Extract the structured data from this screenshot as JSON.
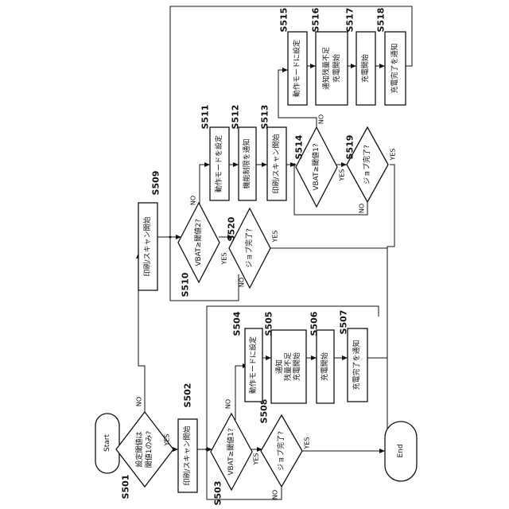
{
  "steps": {
    "start": "Start",
    "end": "End",
    "s501": {
      "id": "S501",
      "lines": [
        "設定閾値は",
        "閾値1のみ?"
      ]
    },
    "s502": {
      "id": "S502",
      "lines": [
        "印刷/スキャン開始"
      ]
    },
    "s503": {
      "id": "S503",
      "lines": [
        "VBAT≥閾値1?"
      ]
    },
    "s504": {
      "id": "S504",
      "lines": [
        "動作モードに設定"
      ]
    },
    "s505": {
      "id": "S505",
      "lines": [
        "通知",
        "残量不足",
        "充電開始"
      ]
    },
    "s506": {
      "id": "S506",
      "lines": [
        "充電開始"
      ]
    },
    "s507": {
      "id": "S507",
      "lines": [
        "充電完了を通知"
      ]
    },
    "s508": {
      "id": "S508",
      "lines": [
        "ジョブ完了?"
      ]
    },
    "s509": {
      "id": "S509",
      "lines": [
        "印刷/スキャン開始"
      ]
    },
    "s510": {
      "id": "S510",
      "lines": [
        "VBAT≥閾値2?"
      ]
    },
    "s511": {
      "id": "S511",
      "lines": [
        "動作モードを設定"
      ]
    },
    "s512": {
      "id": "S512",
      "lines": [
        "機能制限を通知"
      ]
    },
    "s513": {
      "id": "S513",
      "lines": [
        "印刷/スキャン開始"
      ]
    },
    "s514": {
      "id": "S514",
      "lines": [
        "VBAT≥閾値1?"
      ]
    },
    "s515": {
      "id": "S515",
      "lines": [
        "動作モードに設定"
      ]
    },
    "s516": {
      "id": "S516",
      "lines": [
        "通知残量不足",
        "充電開始"
      ]
    },
    "s517": {
      "id": "S517",
      "lines": [
        "充電開始"
      ]
    },
    "s518": {
      "id": "S518",
      "lines": [
        "充電完了を通知"
      ]
    },
    "s519": {
      "id": "S519",
      "lines": [
        "ジョブ完了?"
      ]
    },
    "s520": {
      "id": "S520",
      "lines": [
        "ジョブ完了?"
      ]
    }
  },
  "branch": {
    "yes": "YES",
    "no": "NO"
  }
}
